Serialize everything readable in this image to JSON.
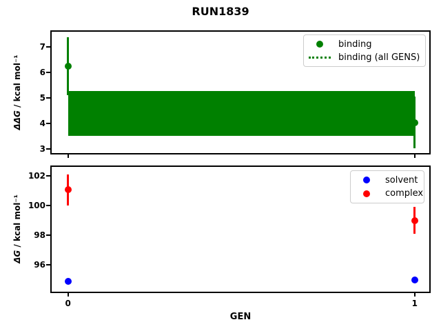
{
  "figure": {
    "title": "RUN1839",
    "xlabel": "GEN",
    "background": "#ffffff",
    "axis_color": "#000000",
    "legend_border_color": "#cccccc"
  },
  "colors": {
    "binding": "#008000",
    "solvent": "#0000ff",
    "complex": "#ff0000"
  },
  "chart_data": [
    {
      "type": "scatter",
      "panel": "binding",
      "ylabel_math": "ΔΔG",
      "ylabel_rest": " / kcal mol⁻¹",
      "xlim": [
        -0.047,
        1.042
      ],
      "ylim": [
        2.85,
        7.6
      ],
      "yticks": [
        3,
        4,
        5,
        6,
        7
      ],
      "xticks": [
        0,
        1
      ],
      "xticklabels": [],
      "grid": false,
      "legend_position": "upper right",
      "series": [
        {
          "name": "binding",
          "type": "points",
          "color": "#008000",
          "marker": "circle",
          "points": [
            {
              "x": 0,
              "y": 6.25,
              "yerr": 1.14
            },
            {
              "x": 1,
              "y": 4.05,
              "yerr": 1.02
            }
          ]
        },
        {
          "name": "binding-all-gens",
          "type": "band",
          "color": "#008000",
          "linestyle": "dotted",
          "x_range": [
            0,
            1
          ],
          "y_center": 4.4,
          "y_low": 3.52,
          "y_high": 5.27
        }
      ],
      "legend": [
        {
          "label": "binding",
          "marker": "dot",
          "color": "#008000"
        },
        {
          "label": "binding (all GENS)",
          "marker": "dotted-line",
          "color": "#008000"
        }
      ]
    },
    {
      "type": "scatter",
      "panel": "free-energy",
      "ylabel_math": "ΔG",
      "ylabel_rest": " / kcal mol⁻¹",
      "xlim": [
        -0.047,
        1.042
      ],
      "ylim": [
        94.2,
        102.6
      ],
      "yticks": [
        96,
        98,
        100,
        102
      ],
      "xticks": [
        0,
        1
      ],
      "xticklabels": [
        "0",
        "1"
      ],
      "grid": false,
      "legend_position": "upper right",
      "series": [
        {
          "name": "solvent",
          "type": "points",
          "color": "#0000ff",
          "marker": "circle",
          "points": [
            {
              "x": 0,
              "y": 94.9,
              "yerr": 0.05
            },
            {
              "x": 1,
              "y": 95.0,
              "yerr": 0.05
            }
          ]
        },
        {
          "name": "complex",
          "type": "points",
          "color": "#ff0000",
          "marker": "circle",
          "points": [
            {
              "x": 0,
              "y": 101.05,
              "yerr": 1.05
            },
            {
              "x": 1,
              "y": 99.0,
              "yerr": 0.9
            }
          ]
        }
      ],
      "legend": [
        {
          "label": "solvent",
          "marker": "dot",
          "color": "#0000ff"
        },
        {
          "label": "complex",
          "marker": "dot",
          "color": "#ff0000"
        }
      ]
    }
  ]
}
